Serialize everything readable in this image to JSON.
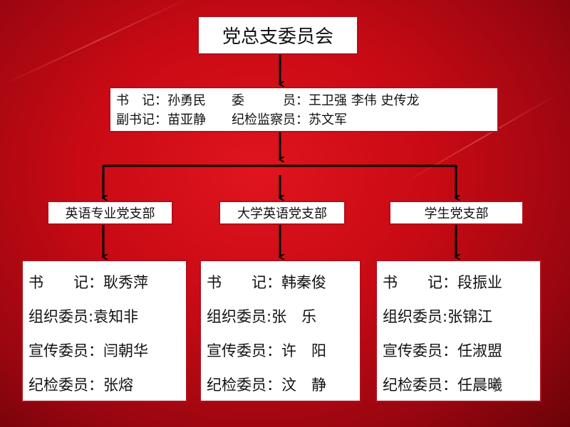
{
  "title": "党总支委员会",
  "committee": {
    "lines": [
      "书　记：孙勇民　　委　　　员：王卫强 李伟 史传龙",
      "副书记：苗亚静　　纪检监察员：苏文军"
    ]
  },
  "branches": [
    {
      "name": "英语专业党支部",
      "members": [
        "书　　记：耿秀萍",
        "组织委员:袁知非",
        "宣传委员：闫朝华",
        "纪检委员：张熔"
      ]
    },
    {
      "name": "大学英语党支部",
      "members": [
        "书　　记：韩秦俊",
        "组织委员:张　乐",
        "宣传委员：许　阳",
        "纪检委员：汶　静"
      ]
    },
    {
      "name": "学生党支部",
      "members": [
        "书　　记：段振业",
        "组织委员:张锦江",
        "宣传委员：任淑盟",
        "纪检委员：任晨曦"
      ]
    }
  ],
  "colors": {
    "background": "#c80a14",
    "border": "#b0101a",
    "arrow": "#000000"
  }
}
